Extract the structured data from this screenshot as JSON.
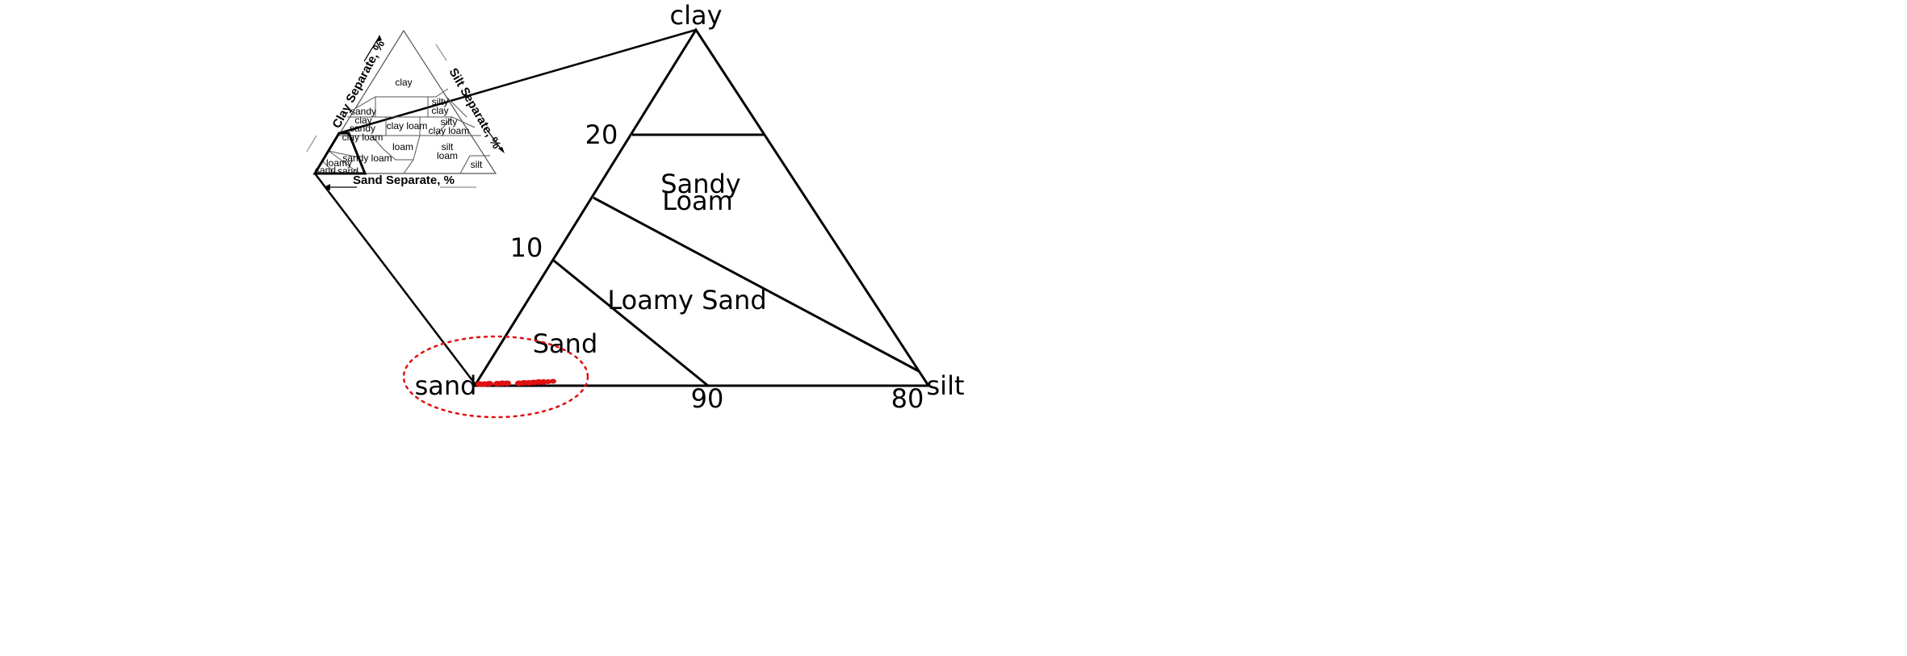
{
  "inset_triangle": {
    "axis_labels": {
      "clay": "Clay Separate, %",
      "silt": "Silt Separate, %",
      "sand": "Sand Separate, %"
    },
    "regions": {
      "clay": "clay",
      "silty_clay": "silty\nclay",
      "sandy_clay": "sandy\nclay",
      "silty_clay_loam": "silty\nclay loam",
      "clay_loam": "clay loam",
      "sandy_clay_loam": "sandy\nclay loam",
      "loam": "loam",
      "silt_loam": "silt\nloam",
      "sandy_loam": "sandy loam",
      "loamy_sand": "loamy\nsand",
      "sand": "sand",
      "silt": "silt"
    }
  },
  "zoom_triangle": {
    "vertices": {
      "top": "clay",
      "left": "sand",
      "right": "silt"
    },
    "ticks": {
      "clay_20": "20",
      "clay_10": "10",
      "sand_90": "90",
      "sand_80": "80"
    },
    "regions": {
      "sandy_loam": "Sandy\nLoam",
      "loamy_sand": "Loamy Sand",
      "sand": "Sand"
    }
  },
  "colors": {
    "line": "#000000",
    "samples": "#e01010",
    "highlight_ellipse": "#e01010"
  }
}
